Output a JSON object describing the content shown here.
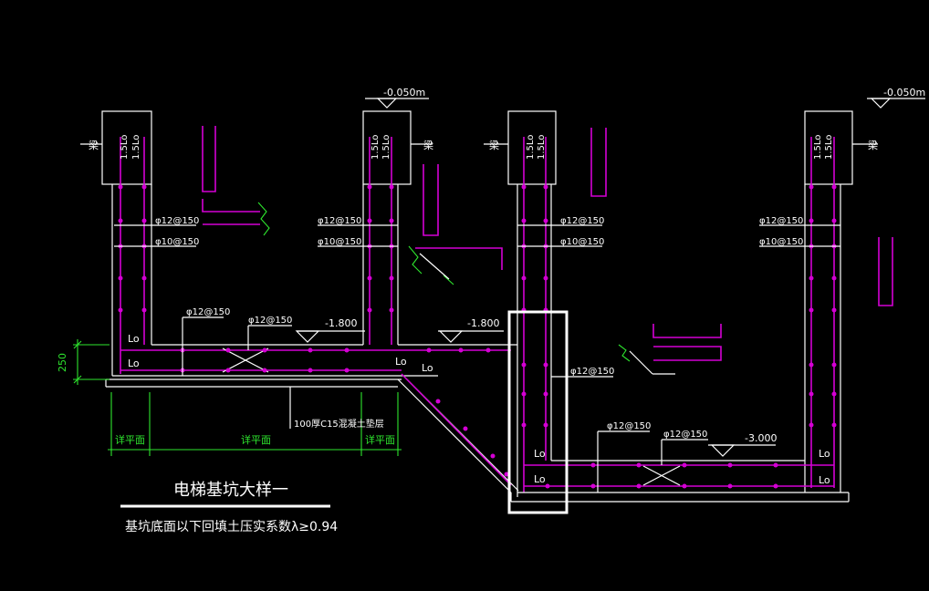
{
  "colors": {
    "background": "#000000",
    "line": "#ffffff",
    "rebar": "#d400d4",
    "dimension": "#2ee62e",
    "highlight": "#ffffff"
  },
  "elevations": {
    "top_1": "-0.050m",
    "top_2": "-0.050m",
    "floor_1": "-1.800",
    "floor_2": "-1.800",
    "pit_bottom": "-3.000"
  },
  "beam_labels": {
    "b1": "梁",
    "b2": "梁",
    "b3": "梁",
    "b4": "梁"
  },
  "anchor_labels": {
    "a1": "1.5Lo",
    "a2": "1.5Lo"
  },
  "rebar_labels": {
    "w1_h": "φ12@150",
    "w1_v": "φ10@150",
    "w2_h": "φ12@150",
    "w2_v": "φ10@150",
    "w3_h": "φ12@150",
    "w3_v": "φ10@150",
    "w4_h": "φ12@150",
    "w4_v": "φ10@150",
    "slab1_a": "φ12@150",
    "slab1_b": "φ12@150",
    "pit_wall": "φ12@150",
    "pit_slab_a": "φ12@150",
    "pit_slab_b": "φ12@150"
  },
  "lap_labels": {
    "lo": "Lo"
  },
  "dimension_value": "250",
  "detail_ref": {
    "left": "详平面",
    "mid": "详平面",
    "right": "详平面"
  },
  "cushion_note": "100厚C15混凝土垫层",
  "drawing_title": "电梯基坑大样一",
  "drawing_note": "基坑底面以下回填土压实系数λ≥0.94"
}
